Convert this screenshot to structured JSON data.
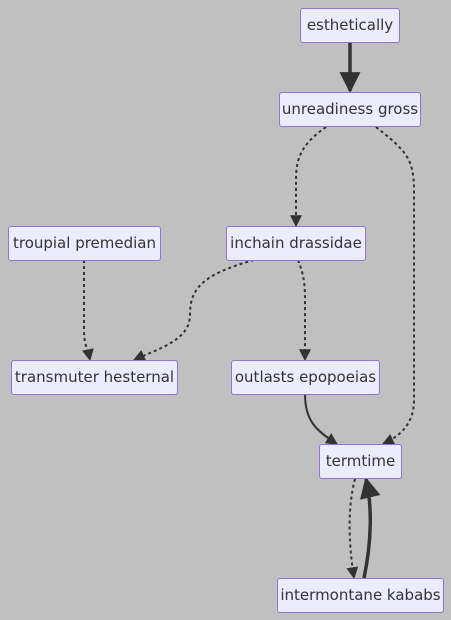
{
  "nodes": {
    "esthetically": "esthetically",
    "unreadiness_gross": "unreadiness gross",
    "troupial_premedian": "troupial premedian",
    "inchain_drassidae": "inchain drassidae",
    "transmuter_hesternal": "transmuter hesternal",
    "outlasts_epopoeias": "outlasts epopoeias",
    "termtime": "termtime",
    "intermontane_kababs": "intermontane kababs"
  },
  "edges": [
    {
      "from": "esthetically",
      "to": "unreadiness_gross",
      "style": "thick"
    },
    {
      "from": "unreadiness_gross",
      "to": "inchain_drassidae",
      "style": "dotted"
    },
    {
      "from": "unreadiness_gross",
      "to": "termtime",
      "style": "dotted"
    },
    {
      "from": "troupial_premedian",
      "to": "transmuter_hesternal",
      "style": "dotted"
    },
    {
      "from": "inchain_drassidae",
      "to": "transmuter_hesternal",
      "style": "dotted"
    },
    {
      "from": "inchain_drassidae",
      "to": "outlasts_epopoeias",
      "style": "dotted"
    },
    {
      "from": "outlasts_epopoeias",
      "to": "termtime",
      "style": "solid"
    },
    {
      "from": "termtime",
      "to": "intermontane_kababs",
      "style": "dotted"
    },
    {
      "from": "intermontane_kababs",
      "to": "termtime",
      "style": "thick"
    }
  ],
  "colors": {
    "background": "#c0c0c0",
    "node_fill": "#ececfe",
    "node_border": "#9370db",
    "edge": "#333333"
  }
}
